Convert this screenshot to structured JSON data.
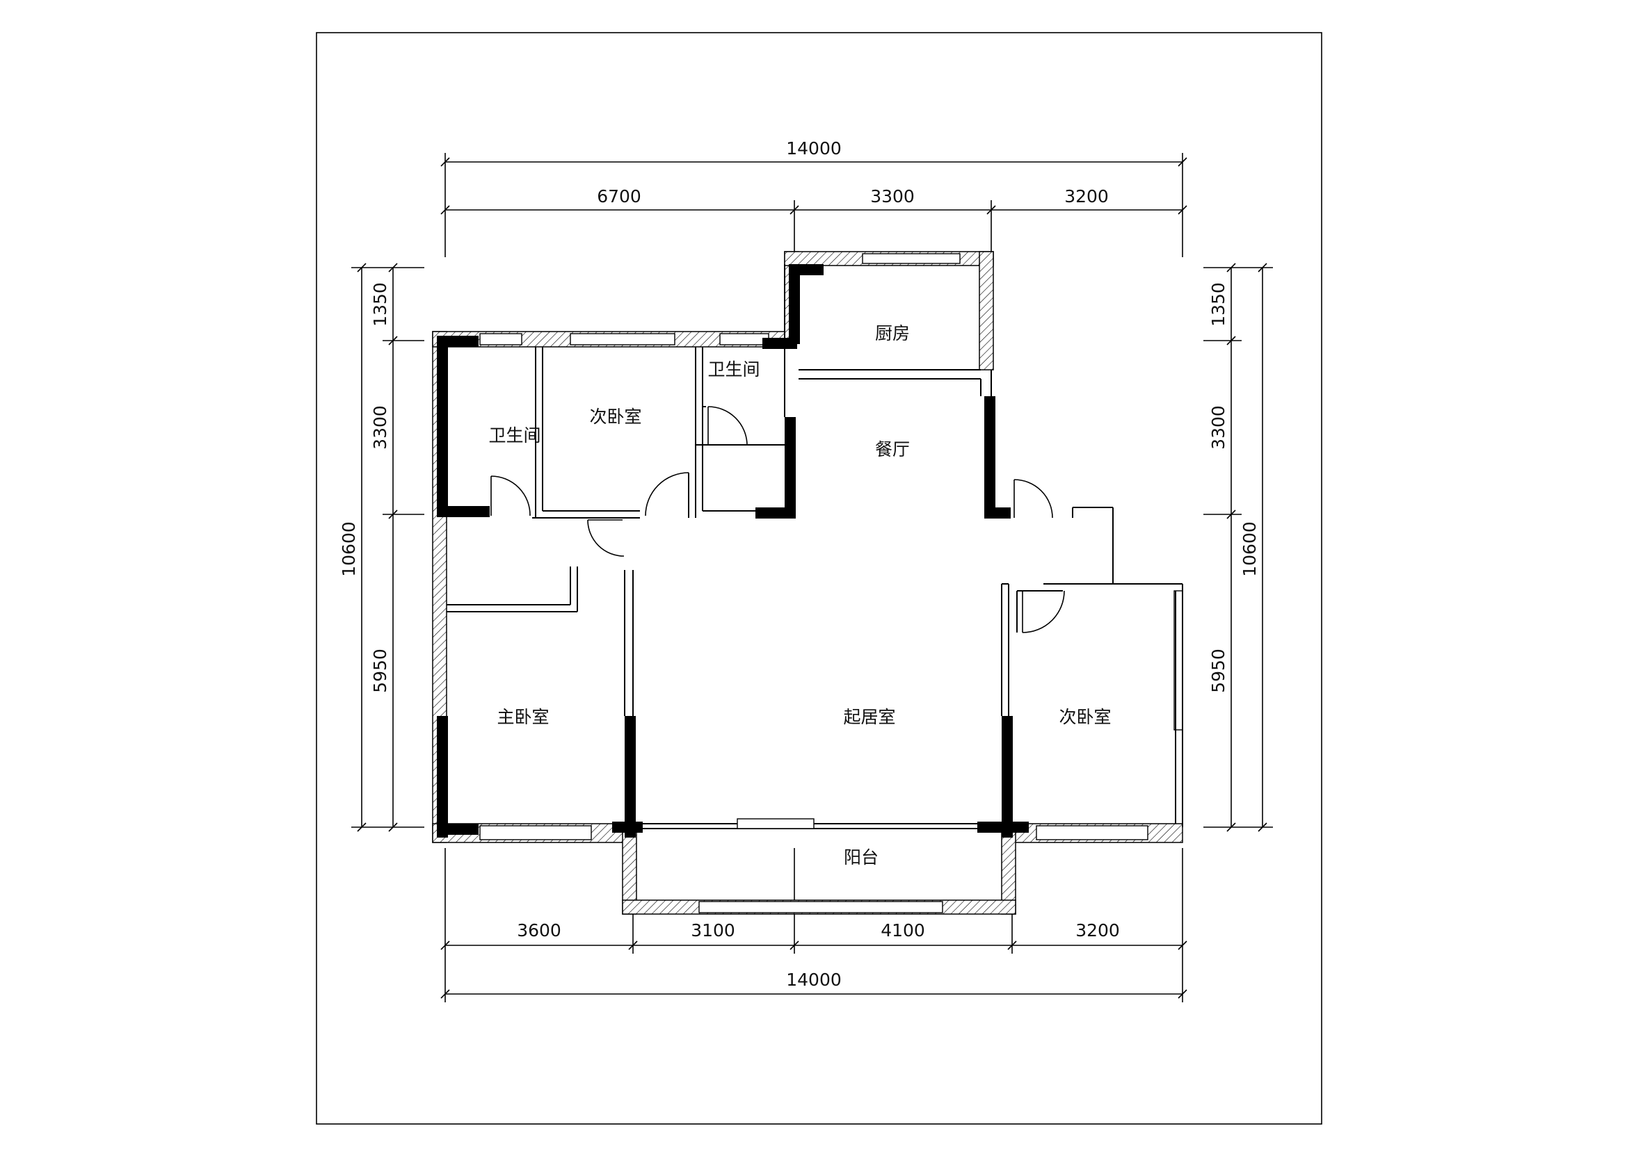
{
  "dimensions": {
    "top_total": "14000",
    "top_seg_1": "6700",
    "top_seg_2": "3300",
    "top_seg_3": "3200",
    "bottom_seg_1": "3600",
    "bottom_seg_2": "3100",
    "bottom_seg_3": "4100",
    "bottom_seg_4": "3200",
    "bottom_total": "14000",
    "left_total": "10600",
    "left_seg_1": "1350",
    "left_seg_2": "3300",
    "left_seg_3": "5950",
    "right_total": "10600",
    "right_seg_1": "1350",
    "right_seg_2": "3300",
    "right_seg_3": "5950"
  },
  "rooms": {
    "kitchen": "厨房",
    "bath_left": "卫生间",
    "bath_center": "卫生间",
    "second_bedroom_top": "次卧室",
    "dining": "餐厅",
    "master_bedroom": "主卧室",
    "living_room": "起居室",
    "second_bedroom_right": "次卧室",
    "balcony": "阳台"
  }
}
